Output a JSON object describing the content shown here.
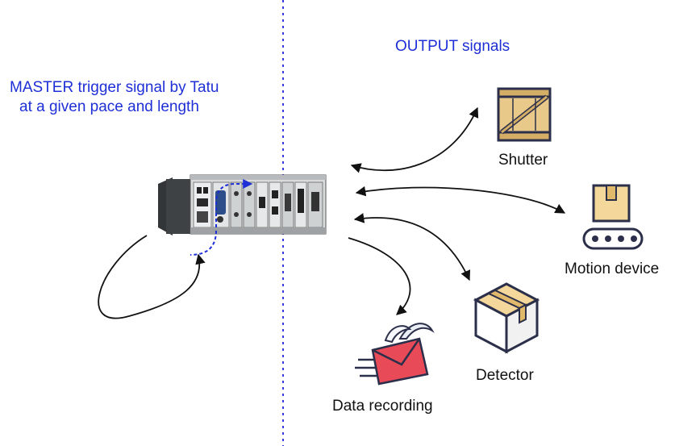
{
  "master": {
    "line1": "MASTER trigger signal by Tatu",
    "line2": "at a given pace and length"
  },
  "outputs": {
    "title": "OUTPUT signals",
    "shutter": "Shutter",
    "motion_device": "Motion device",
    "detector": "Detector",
    "data_recording": "Data recording"
  },
  "colors": {
    "label_blue": "#1f2fd6",
    "divider": "#3a3adf",
    "arrow": "#111111",
    "crate_fill": "#e8c98a",
    "crate_stroke": "#2b2f4a",
    "box_fill": "#f4d79a",
    "envelope_red": "#e84a57"
  },
  "icons": {
    "shutter": "wooden-crate-icon",
    "motion_device": "conveyor-box-icon",
    "detector": "package-box-icon",
    "data_recording": "flying-envelope-icon",
    "controller": "modular-controller-chassis-icon"
  }
}
